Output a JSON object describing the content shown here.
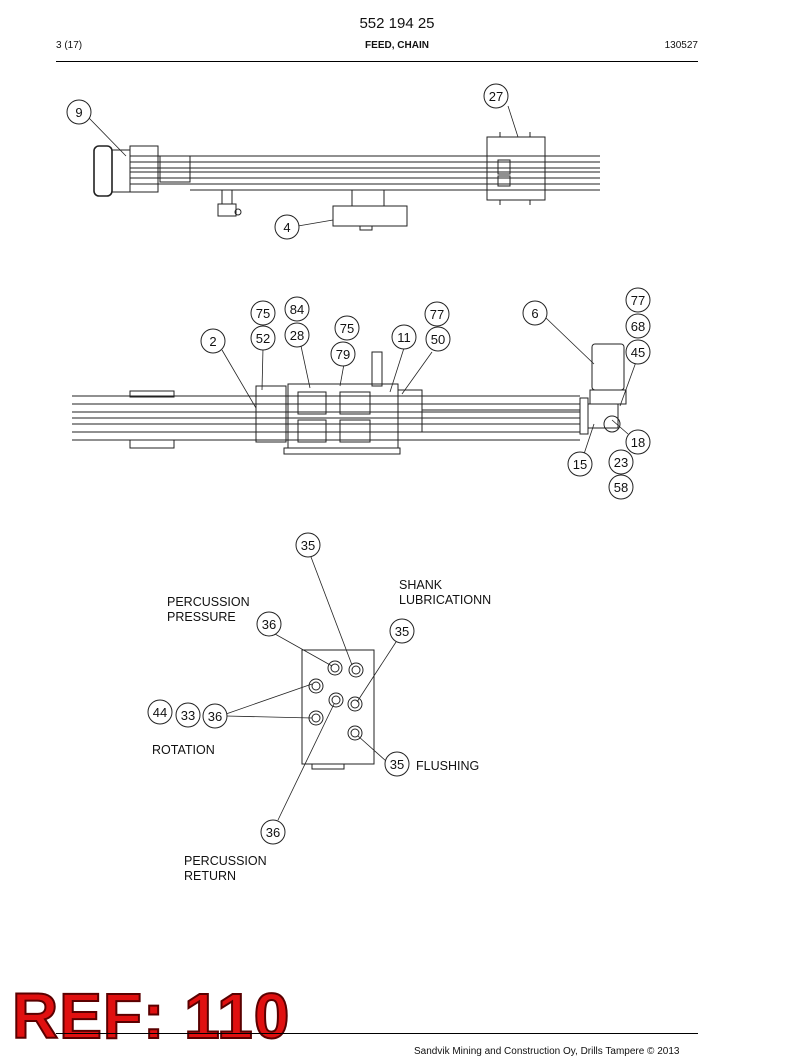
{
  "header": {
    "doc_number": "552 194 25",
    "page_index": "3 (17)",
    "section_title": "FEED, CHAIN",
    "date_code": "130527"
  },
  "footer": {
    "copyright": "Sandvik Mining and Construction Oy, Drills Tampere © 2013",
    "stamp": "REF: 110"
  },
  "callouts": {
    "top_view": [
      "9",
      "27",
      "4"
    ],
    "side_view": [
      "75",
      "84",
      "52",
      "28",
      "75",
      "79",
      "2",
      "11",
      "77",
      "50",
      "6",
      "77",
      "68",
      "45",
      "18",
      "15",
      "23",
      "58"
    ],
    "valve_block": [
      "35",
      "36",
      "35",
      "44",
      "33",
      "36",
      "35",
      "36"
    ]
  },
  "labels": {
    "percussion_pressure": "PERCUSSION\nPRESSURE",
    "shank_lubrication": "SHANK\nLUBRICATIONN",
    "rotation": "ROTATION",
    "flushing": "FLUSHING",
    "percussion_return": "PERCUSSION\nRETURN"
  }
}
